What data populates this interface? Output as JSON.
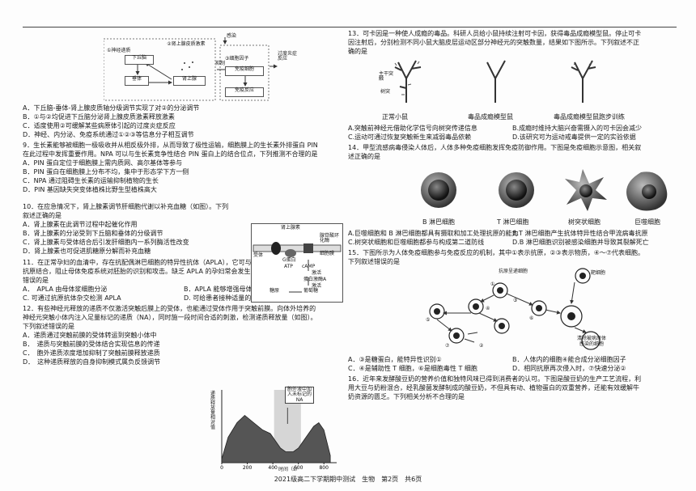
{
  "footer": "2021级高二下学期期中测试　生物　第2页　共6页",
  "fig_immune_axis": {
    "labels": [
      "感染",
      "①神经递质",
      "②肾上腺皮质激素",
      "下丘脑",
      "垂体",
      "肾上腺",
      "③细胞因子",
      "免疫细胞",
      "免疫反应",
      "抑制",
      "过度炎症反应"
    ]
  },
  "q8_options": [
    "A．下丘脑-垂体-肾上腺皮质轴分级调节实现了对②的分泌调节",
    "B．①与②均促进下丘脑分泌肾上腺皮质激素释放激素",
    "C．适度使用②可缓解某些病原体引起的过度炎症反应",
    "D．神经、内分泌、免疫系统通过①②③等信息分子相互调节"
  ],
  "q9": {
    "stem_lines": [
      "9．生长素能够被细胞一极吸收并从相反极外排，从而导致了极性运输，细胞膜上的生长素外排蛋白 PIN",
      "在此过程中发挥重要作用。NPA 可以与生长素竞争性结合 PIN 蛋白上的结合位点，下列推测不合理的是"
    ],
    "options": [
      "A．PIN 蛋白定位于细胞膜上需内质网、高尔基体等参与",
      "B．PIN 蛋白在细胞膜上分布不均，集中于形态学下方一侧",
      "C．NPA 通过阻碍生长素的运输抑制植物的生长",
      "D．PIN 基因缺失突变体植株比野生型植株高大"
    ]
  },
  "q10": {
    "stem_lines": [
      "10．在应急情况下，肾上腺素调节肝细胞代谢以补充血糖（如图）。下列",
      "叙述正确的是"
    ],
    "options": [
      "A．肾上腺素在此调节过程中起催化作用",
      "B．肾上腺素的分泌受到下丘脑和垂体的分级调节",
      "C．肾上腺素与受体结合后引发肝细胞内一系列酶活性改变",
      "D．肾上腺素也可促进肌糖原分解而补充血糖"
    ],
    "fig_labels": [
      "肾上腺素",
      "受体",
      "G蛋白",
      "腺苷酸环化酶",
      "ATP",
      "cAMP",
      "激活",
      "蛋白激酶A",
      "激活",
      "糖原",
      "葡萄糖",
      "细胞膜"
    ]
  },
  "q11": {
    "stem_lines": [
      "11．在正常孕妇的血清中，存在抗配偶淋巴细胞的特异性抗体（APLA），它可与胎儿细胞上源于父亲的",
      "抗原结合，阻止母体免疫系统对胚胎的识别和攻击。缺乏 APLA 的孕妇常会发生习惯性流产。下列叙述",
      "错误的是"
    ],
    "options": [
      "A．　APLA 由母体浆细胞分泌",
      "B．APLA 能够增强母体对胚胎的免疫反应",
      "C. 可通过抗原抗体杂交检测 APLA",
      "D. 可给患者接种适量的配偶淋巴细胞进行治疗"
    ]
  },
  "q12": {
    "stem_lines": [
      "12．有些神经元释放的递质不仅激活突触后膜上的受体，也能通过受体作用于突触前膜。向体外培养的",
      "神经元突触小体内注入足量标记的递质（NA），同时施一段时间合适的刺激，检测递质释放量（如图）。",
      "下列叙述错误的是"
    ],
    "options": [
      "A．递质通过突触前膜的受体转运到突触小体中",
      "B．　递质与突触前膜的受体结合实现信息的传递",
      "C．　胞外递质浓度增加抑制了突触前膜释放递质",
      "D．　这种递质释放的自身抑制模式属负反馈调节"
    ],
    "chart_data": {
      "type": "area",
      "title": "",
      "xlabel": "时间（s）",
      "ylabel": "递质释放量相对值",
      "annotation": "胞外液中加入未标记的NA",
      "x_ticks": [
        0,
        200,
        400,
        600,
        800
      ],
      "xlim": [
        0,
        900
      ],
      "x": [
        0,
        50,
        120,
        180,
        250,
        320,
        380,
        420,
        460,
        500,
        560,
        600,
        640,
        680,
        720,
        760,
        800,
        850
      ],
      "values": [
        0.05,
        0.35,
        0.55,
        0.65,
        0.55,
        0.45,
        0.4,
        0.3,
        0.2,
        0.15,
        0.15,
        0.2,
        0.3,
        0.4,
        0.5,
        0.55,
        0.45,
        0.1
      ]
    }
  },
  "q13": {
    "stem_lines": [
      "13．可卡因是一种使人成瘾的毒品。科研人员给小鼠持续注射可卡因，获得毒品成瘾模型鼠。停止可卡",
      "因注射后，分别检测不同小鼠大脑皮层运动区部分神经元的突触数量，结果如下图所示。下列叙述不正",
      "确的是"
    ],
    "fig_labels": [
      "树突",
      "主干突触",
      "正常小鼠",
      "毒品成瘾模型鼠",
      "毒品成瘾模型鼠跑步训练"
    ],
    "options": [
      "A.突触前神经元借助化学信号向树突传递信息",
      "B.成瘾时维持大脑兴奋需摄入的可卡因会减少",
      "C.运动可通过恢复突触新生来减弱毒品依赖",
      "D.该研究可为运动戒毒提供一定的实验依据"
    ]
  },
  "q14": {
    "stem_lines": [
      "14．甲型流感病毒侵染人体后，人体多种免疫细胞发挥免疫防御作用。下图是免疫细胞示意图，相关叙",
      "述正确的是"
    ],
    "cells": [
      "B 淋巴细胞",
      "T 淋巴细胞",
      "树突状细胞",
      "巨噬细胞"
    ],
    "options": [
      "A.巨噬细胞和 B 淋巴细胞都具有摄取和加工处理抗原的能力",
      "B.T 淋巴细胞产生抗体特异性结合甲流病毒抗原",
      "C.树突状细胞和巨噬细胞都参与构成第二道防线",
      "D.B 淋巴细胞识别被感染细胞并导致其裂解死亡"
    ]
  },
  "q15": {
    "stem_lines": [
      "15．下图所示为人体免疫细胞参与免疫反应的机制，其中①表示抗原，②③表示物质，④～⑦代表细胞。",
      "下列叙述错误的是"
    ],
    "fig_labels": [
      "抗原呈递细胞",
      "靶细胞",
      "①",
      "②",
      "③",
      "④",
      "⑤",
      "⑥",
      "⑦",
      "清除被病原体感染的细胞"
    ],
    "options": [
      "A．③是糖蛋白，能特异性识别①",
      "B．人体内的细胞④能合成分泌细胞因子",
      "C．④是辅助性 T 细胞，⑥是细胞毒性 T 细胞",
      "D．相同抗原再次侵入时，⑦快速分泌②"
    ]
  },
  "q16": {
    "stem_lines": [
      "16．近年来发酵酸豆奶的营养价值和独特风味已得到消费者的认可。下图是酸豆奶的生产工艺流程，利",
      "用大豆与奶粉混合，经乳酸菌发酵制成的酸豆奶，不但具有动、植物蛋白的双重营养，还能有效缓解牛",
      "奶资源的匮乏。下列相关分析不合理的是"
    ]
  }
}
